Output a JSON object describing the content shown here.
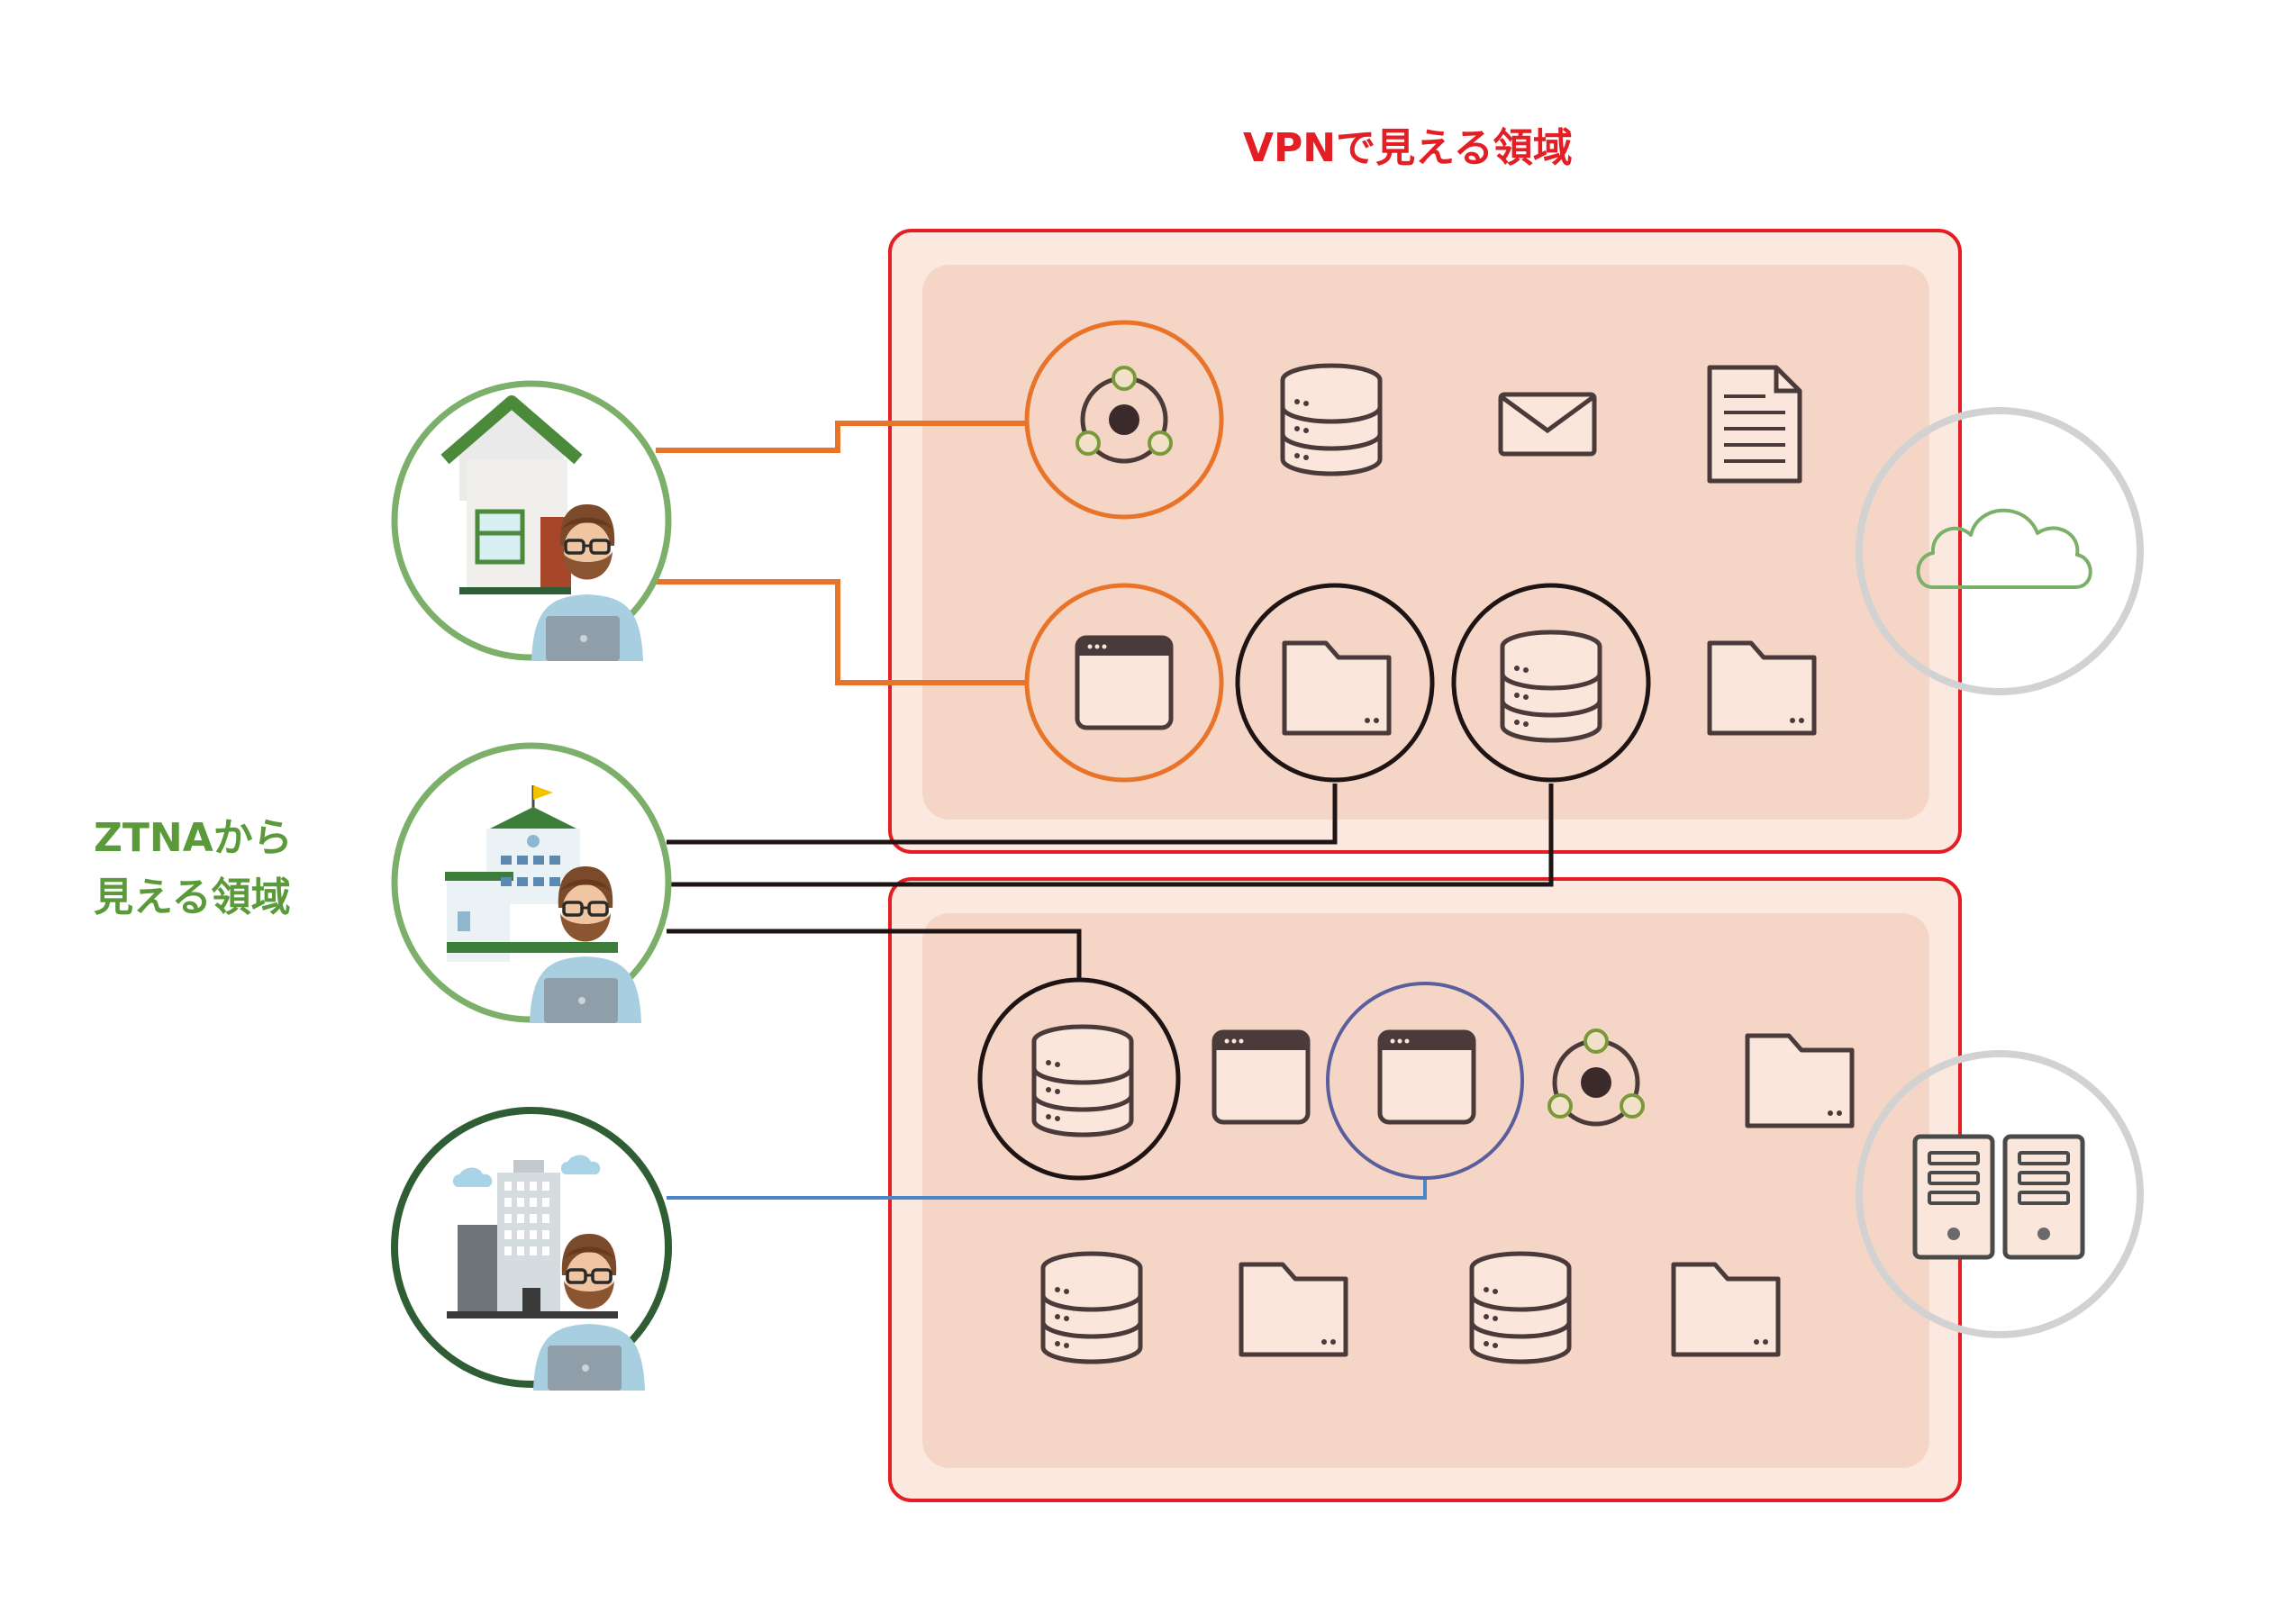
{
  "labels": {
    "vpn_area": "VPNで見える領域",
    "ztna_area_line1": "ZTNAから",
    "ztna_area_line2": "見える領域"
  },
  "colors": {
    "vpn_accent": "#e31e24",
    "ztna_accent": "#5a9a3a",
    "zone_fill": "#f5dccf",
    "zone_bg": "#fbe9df",
    "orange_link": "#e8742a",
    "black_link": "#1e1414",
    "blue_link": "#4a86c8",
    "purple_ring": "#5b5e9e",
    "icon_stroke": "#4a3a3a",
    "green_ring_light": "#7cb06a",
    "green_ring_dark": "#2f5e34",
    "gray_ring": "#d2d2d2"
  },
  "users": [
    {
      "name": "home-user",
      "location_icon": "house-icon"
    },
    {
      "name": "school-user",
      "location_icon": "school-building-icon"
    },
    {
      "name": "office-user",
      "location_icon": "office-building-icon"
    }
  ],
  "zones": [
    {
      "name": "cloud-zone",
      "hosting_icon": "cloud-icon",
      "resources": [
        "network-hub-icon",
        "database-icon",
        "mail-icon",
        "document-icon",
        "app-window-icon",
        "folder-icon",
        "database-icon",
        "folder-icon"
      ]
    },
    {
      "name": "datacenter-zone",
      "hosting_icon": "server-rack-icon",
      "resources": [
        "database-icon",
        "app-window-icon",
        "app-window-icon",
        "network-hub-icon",
        "folder-icon",
        "database-icon",
        "folder-icon",
        "database-icon",
        "folder-icon"
      ]
    }
  ]
}
